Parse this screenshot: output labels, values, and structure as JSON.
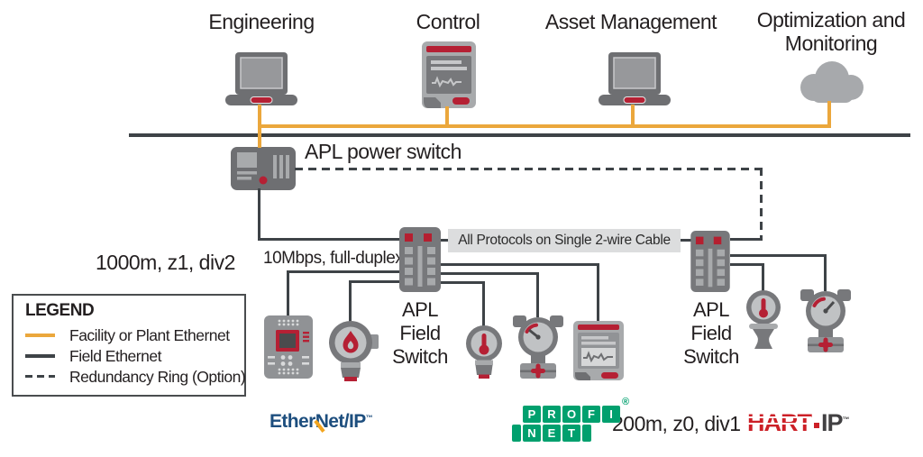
{
  "colors": {
    "plant_ethernet_yellow": "#EBA73C",
    "field_ethernet_dark": "#3E4347",
    "device_gray": "#77787B",
    "device_gray_dark": "#6E6F72",
    "device_gray_light": "#A8AAAC",
    "accent_red": "#B52034",
    "banner_background": "#DCDDDE",
    "ethernet_ip_blue": "#1D4E7E",
    "profinet_green": "#00A06E",
    "hart_ip_red": "#CC2027"
  },
  "top_nodes": [
    {
      "id": "engineering",
      "label": "Engineering",
      "icon": "laptop"
    },
    {
      "id": "control",
      "label": "Control",
      "icon": "controller"
    },
    {
      "id": "asset_management",
      "label": "Asset Management",
      "icon": "laptop"
    },
    {
      "id": "optimization_monitoring",
      "label": "Optimization and Monitoring",
      "icon": "cloud"
    }
  ],
  "power_switch_label": "APL power switch",
  "annotations": {
    "trunk_spec_left": "1000m, z1, div2",
    "speed": "10Mbps, full-duplex",
    "banner": "All Protocols on Single 2-wire Cable",
    "spur_spec_right": "200m, z0, div1"
  },
  "field_switch_label_lines": [
    "APL",
    "Field",
    "Switch"
  ],
  "legend": {
    "title": "LEGEND",
    "items": [
      {
        "label": "Facility or Plant Ethernet",
        "line_style": "solid-yellow"
      },
      {
        "label": "Field Ethernet",
        "line_style": "solid-dark"
      },
      {
        "label": "Redundancy Ring (Option)",
        "line_style": "dashed-dark"
      }
    ]
  },
  "logos": {
    "ethernet_ip": {
      "prefix": "Ether",
      "n": "N",
      "suffix": "et/IP",
      "tm": "™"
    },
    "profinet": {
      "top_letters": [
        "P",
        "R",
        "O",
        "F",
        "I"
      ],
      "bottom_letters": [
        "N",
        "E",
        "T"
      ],
      "registered": "®"
    },
    "hart_ip": {
      "word": "HART",
      "suffix": "IP",
      "tm": "™"
    }
  }
}
